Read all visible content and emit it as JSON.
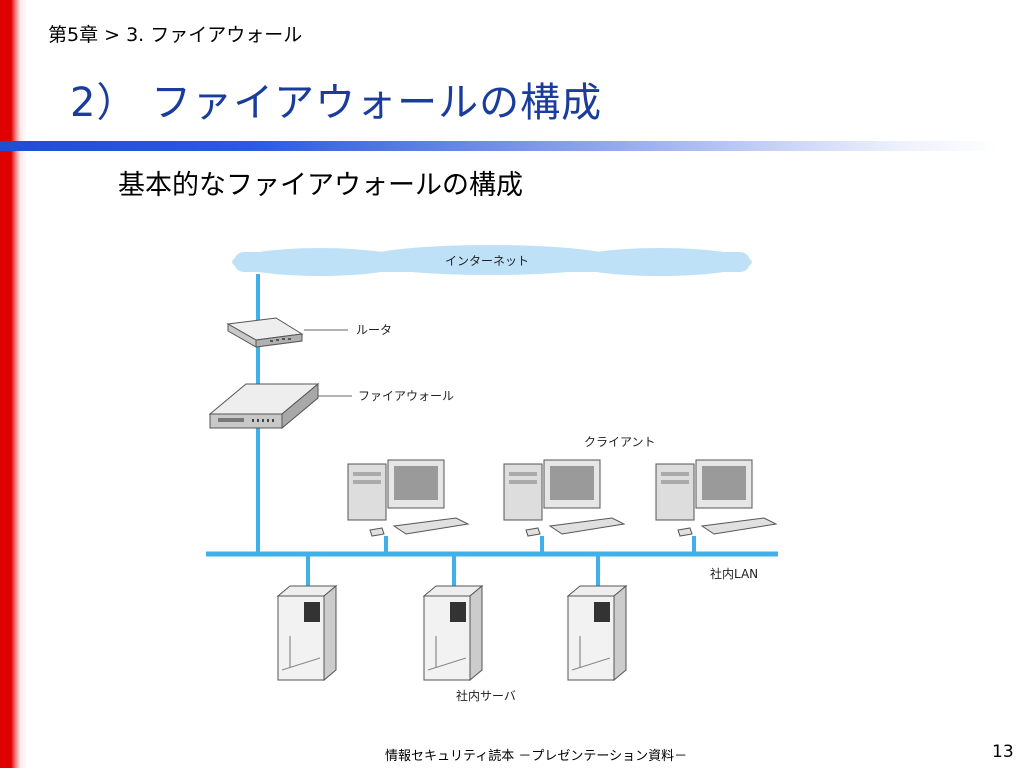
{
  "breadcrumb": "第5章 > 3. ファイアウォール",
  "title": "2） ファイアウォールの構成",
  "subtitle": "基本的なファイアウォールの構成",
  "diagram": {
    "internet_label": "インターネット",
    "router_label": "ルータ",
    "firewall_label": "ファイアウォール",
    "client_label": "クライアント",
    "lan_label": "社内LAN",
    "server_label": "社内サーバ"
  },
  "footer": "情報セキュリティ読本 －プレゼンテーション資料－",
  "page_number": "13",
  "colors": {
    "title": "#1a3c9c",
    "accent_red": "#e00000",
    "network_line": "#3fb0e8",
    "cloud": "#bfe1f7"
  }
}
